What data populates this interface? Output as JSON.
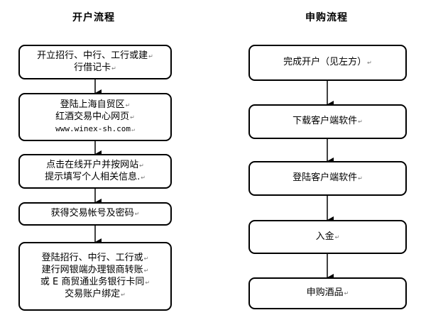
{
  "left_flow": {
    "title": "开户流程",
    "steps": [
      {
        "lines": [
          "开立招行、中行、工行或建",
          "行借记卡"
        ]
      },
      {
        "lines": [
          "登陆上海自贸区",
          "红酒交易中心网页",
          "www.winex-sh.com"
        ]
      },
      {
        "lines": [
          "点击在线开户并按网站",
          "提示填写个人相关信息."
        ]
      },
      {
        "lines": [
          "获得交易帐号及密码"
        ]
      },
      {
        "lines": [
          "登陆招行、中行、工行或",
          "建行网银端办理银商转账",
          "或 E 商贸通业务银行卡同",
          "交易账户绑定"
        ]
      }
    ]
  },
  "right_flow": {
    "title": "申购流程",
    "steps": [
      {
        "lines": [
          "完成开户（见左方）"
        ]
      },
      {
        "lines": [
          "下载客户端软件"
        ]
      },
      {
        "lines": [
          "登陆客户端软件"
        ]
      },
      {
        "lines": [
          "入金"
        ]
      },
      {
        "lines": [
          "申购酒品"
        ]
      }
    ]
  }
}
